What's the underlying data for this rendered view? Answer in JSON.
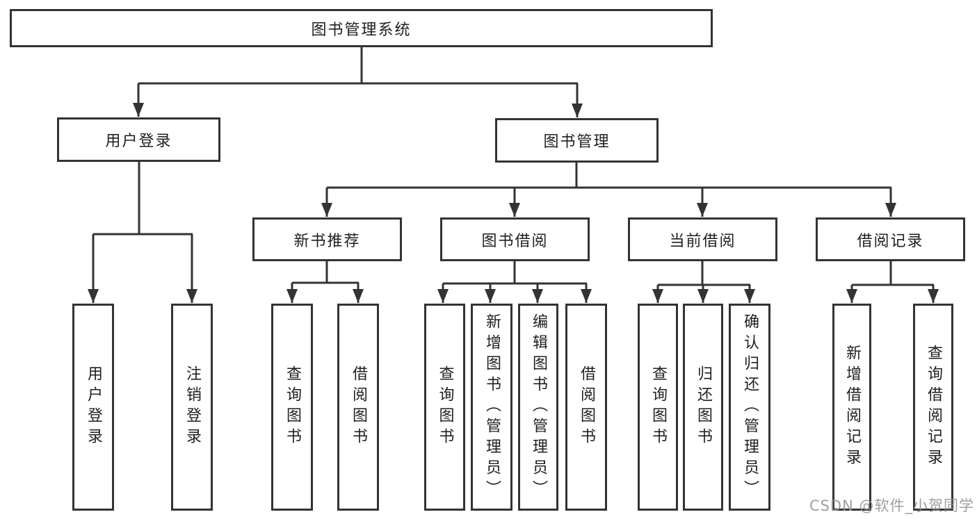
{
  "diagram": {
    "root": {
      "label": "图书管理系统"
    },
    "level2": {
      "user_login": {
        "label": "用户登录"
      },
      "book_mgmt": {
        "label": "图书管理"
      }
    },
    "level3": {
      "new_books": {
        "label": "新书推荐"
      },
      "book_borrow": {
        "label": "图书借阅"
      },
      "current_borrow": {
        "label": "当前借阅"
      },
      "borrow_records": {
        "label": "借阅记录"
      }
    },
    "leaves": {
      "user_login": [
        "用户登录",
        "注销登录"
      ],
      "new_books": [
        "查询图书",
        "借阅图书"
      ],
      "book_borrow": [
        "查询图书",
        "新增图书（管理员）",
        "编辑图书（管理员）",
        "借阅图书"
      ],
      "current_borrow": [
        "查询图书",
        "归还图书",
        "确认归还（管理员）"
      ],
      "borrow_records": [
        "新增借阅记录",
        "查询借阅记录"
      ]
    }
  },
  "watermark": {
    "text": "CSDN @软件_小贺同学"
  },
  "colors": {
    "line": "#333333",
    "text": "#1f1f1f",
    "watermark": "#949494",
    "background": "#ffffff"
  }
}
